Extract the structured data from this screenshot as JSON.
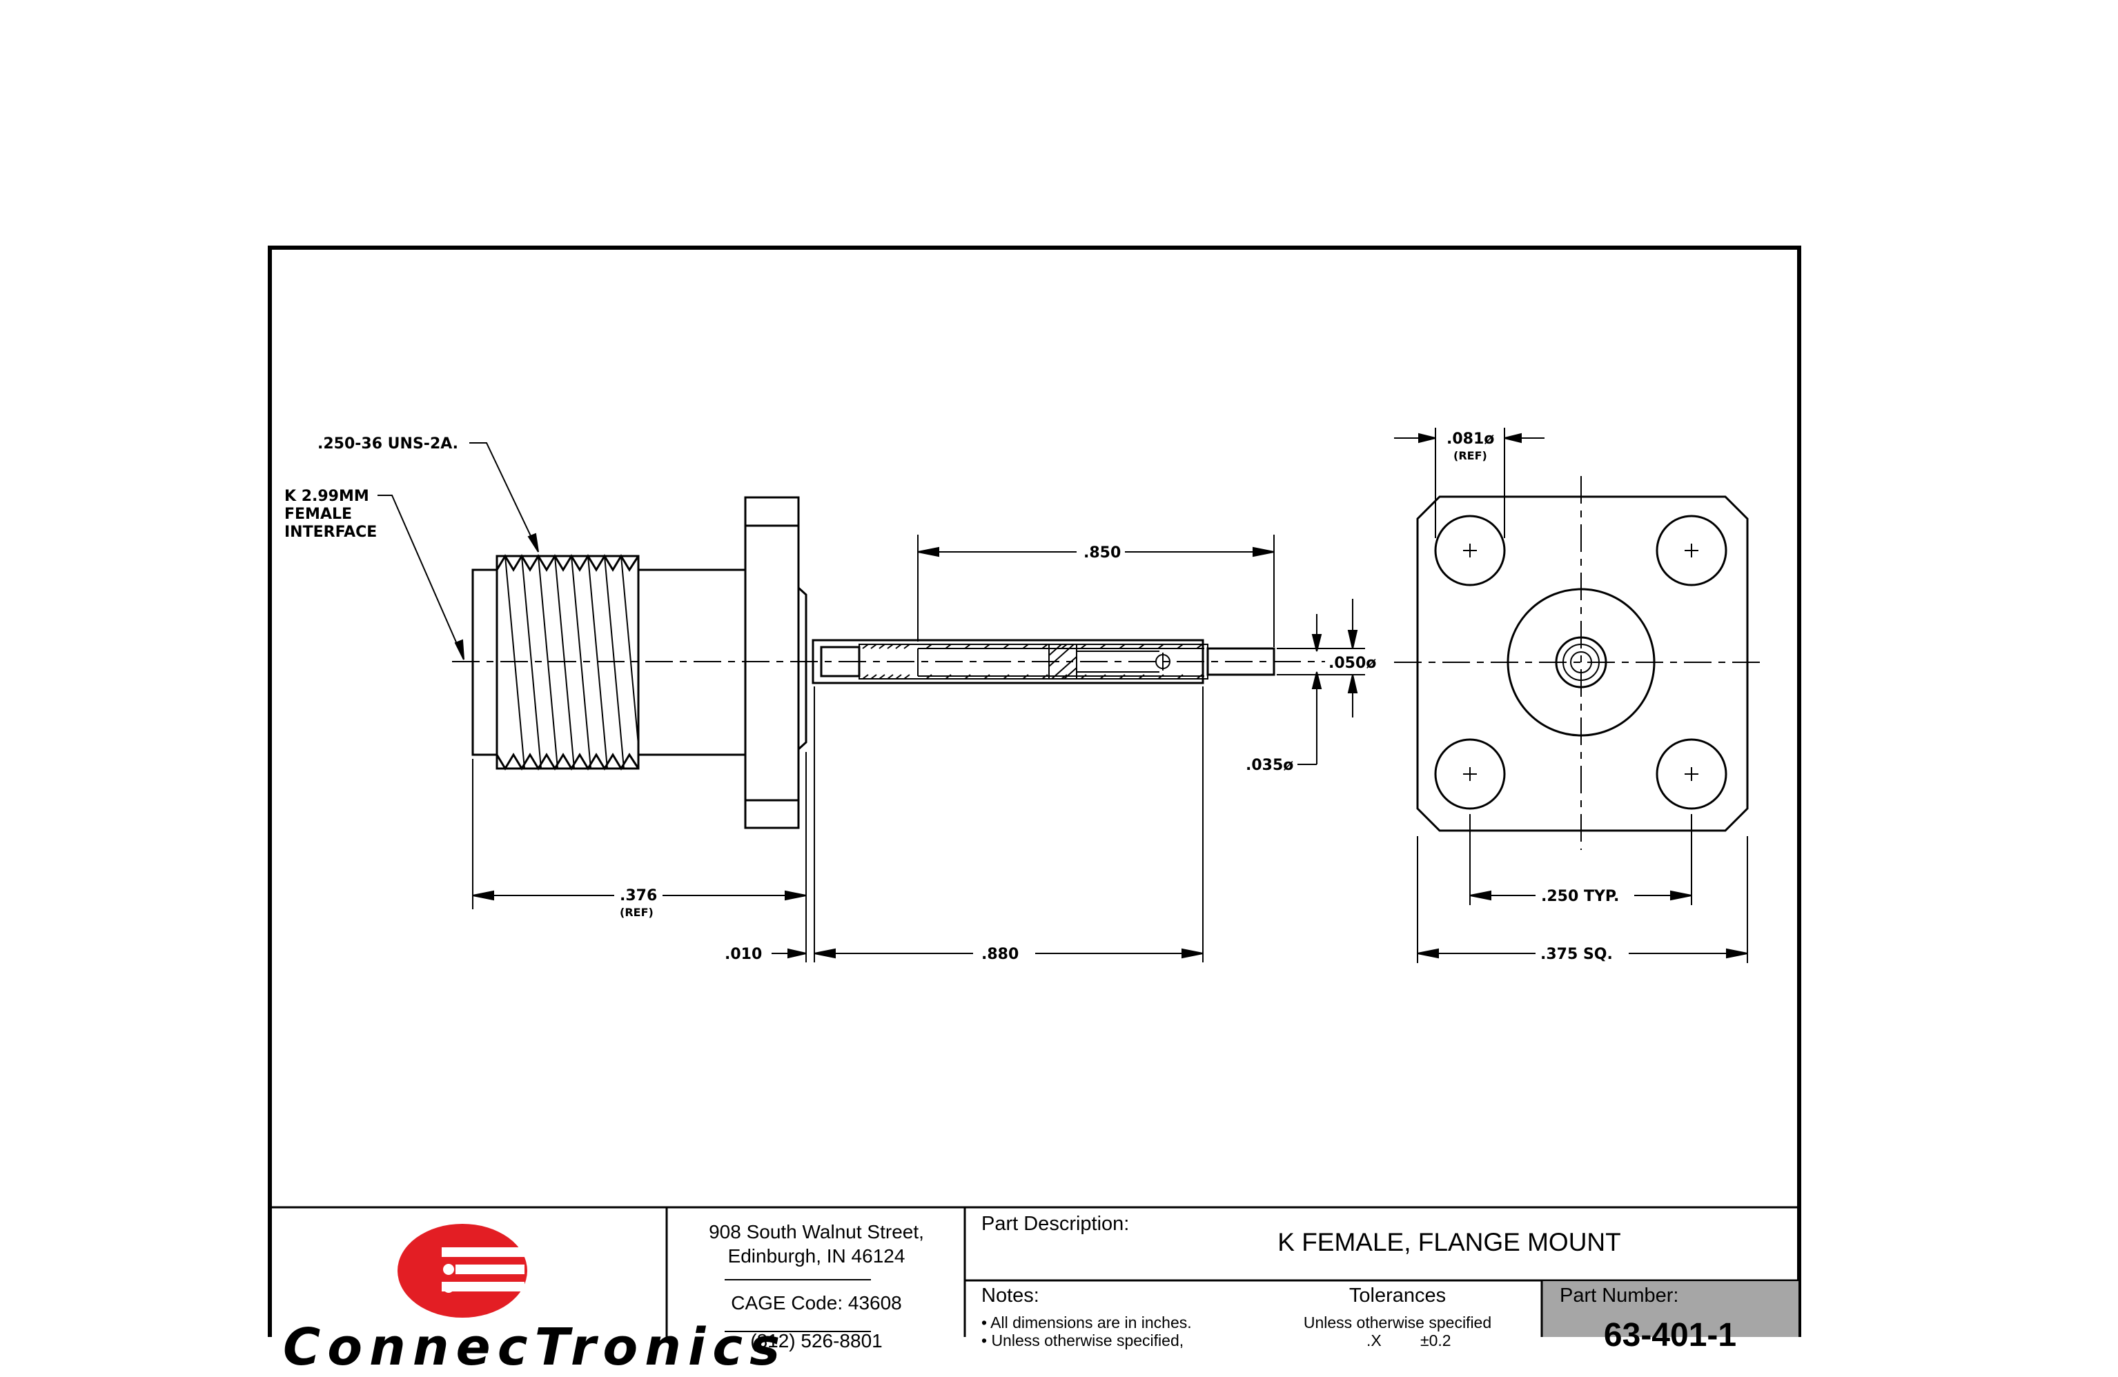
{
  "dimensions": {
    "thread": ".250-36 UNS-2A.",
    "interface_line1": "K 2.99MM",
    "interface_line2": "FEMALE",
    "interface_line3": "INTERFACE",
    "d850": ".850",
    "d050": ".050ø",
    "d035": ".035ø",
    "d376": ".376",
    "d376_ref": "(REF)",
    "d010": ".010",
    "d880": ".880",
    "d081": ".081ø",
    "d081_ref": "(REF)",
    "d250": ".250  TYP.",
    "d375": ".375  SQ."
  },
  "title_block": {
    "address_line1": "908 South Walnut Street,",
    "address_line2": "Edinburgh, IN 46124",
    "cage": "CAGE Code: 43608",
    "phone": "(812) 526-8801",
    "company": "ConnecTronics",
    "part_description_label": "Part Description:",
    "part_description": "K FEMALE, FLANGE MOUNT",
    "notes_label": "Notes:",
    "note1": "• All dimensions are in inches.",
    "note2": "• Unless otherwise specified,",
    "tolerances_label": "Tolerances",
    "tolerances_sub": "Unless otherwise specified",
    "tol_x": ".X",
    "tol_x_val": "±0.2",
    "part_number_label": "Part Number:",
    "part_number": "63-401-1"
  },
  "colors": {
    "logo_red": "#e31e24",
    "part_number_bg": "#a6a6a6",
    "line": "#000000"
  }
}
